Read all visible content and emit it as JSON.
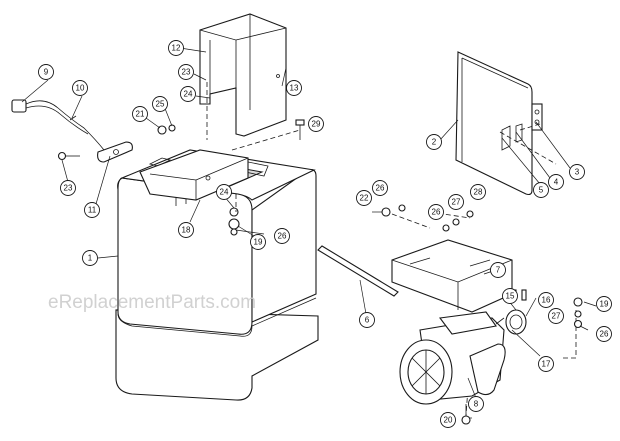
{
  "watermark": "eReplacementParts.com",
  "callouts": [
    {
      "id": "c1",
      "label": "1"
    },
    {
      "id": "c2",
      "label": "2"
    },
    {
      "id": "c3",
      "label": "3"
    },
    {
      "id": "c4",
      "label": "4"
    },
    {
      "id": "c5",
      "label": "5"
    },
    {
      "id": "c6",
      "label": "6"
    },
    {
      "id": "c7",
      "label": "7"
    },
    {
      "id": "c8",
      "label": "8"
    },
    {
      "id": "c9",
      "label": "9"
    },
    {
      "id": "c10",
      "label": "10"
    },
    {
      "id": "c11",
      "label": "11"
    },
    {
      "id": "c12",
      "label": "12"
    },
    {
      "id": "c13",
      "label": "13"
    },
    {
      "id": "c15",
      "label": "15"
    },
    {
      "id": "c16",
      "label": "16"
    },
    {
      "id": "c17",
      "label": "17"
    },
    {
      "id": "c18",
      "label": "18"
    },
    {
      "id": "c19a",
      "label": "19"
    },
    {
      "id": "c19b",
      "label": "19"
    },
    {
      "id": "c20",
      "label": "20"
    },
    {
      "id": "c21",
      "label": "21"
    },
    {
      "id": "c22",
      "label": "22"
    },
    {
      "id": "c23a",
      "label": "23"
    },
    {
      "id": "c23b",
      "label": "23"
    },
    {
      "id": "c24a",
      "label": "24"
    },
    {
      "id": "c24b",
      "label": "24"
    },
    {
      "id": "c25",
      "label": "25"
    },
    {
      "id": "c26a",
      "label": "26"
    },
    {
      "id": "c26b",
      "label": "26"
    },
    {
      "id": "c26c",
      "label": "26"
    },
    {
      "id": "c26d",
      "label": "26"
    },
    {
      "id": "c27a",
      "label": "27"
    },
    {
      "id": "c27b",
      "label": "27"
    },
    {
      "id": "c28",
      "label": "28"
    },
    {
      "id": "c29",
      "label": "29"
    }
  ]
}
